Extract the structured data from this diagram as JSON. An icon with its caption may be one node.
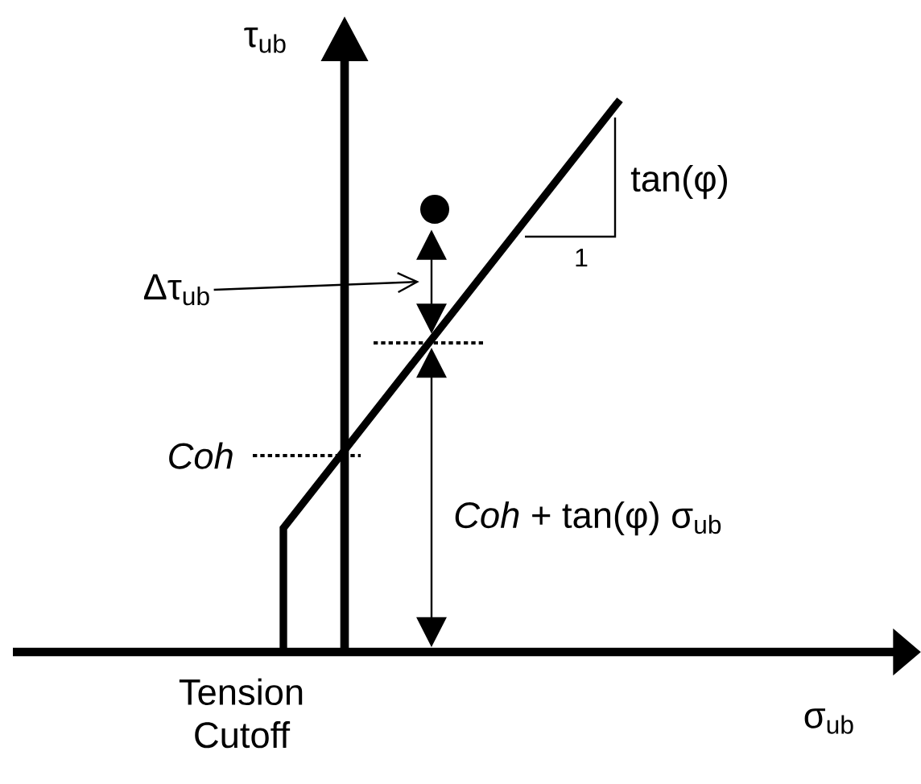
{
  "diagram": {
    "nodes": [
      {
        "text": [
          "Δτ$_{ub}$"
        ]
      },
      {
        "text": [],
        "shape": "arrow"
      }
    ],
    "edges": [
      {
        "from": 0,
        "to": 1,
        "arrow": "to"
      }
    ],
    "labels": [
      "τ$_{ub}$",
      "tan(φ)",
      "1",
      "Coh",
      "*Coh* + tan(φ) σ$_{ub}$",
      "Tension Cutoff",
      "σ$_{ub}$"
    ]
  }
}
